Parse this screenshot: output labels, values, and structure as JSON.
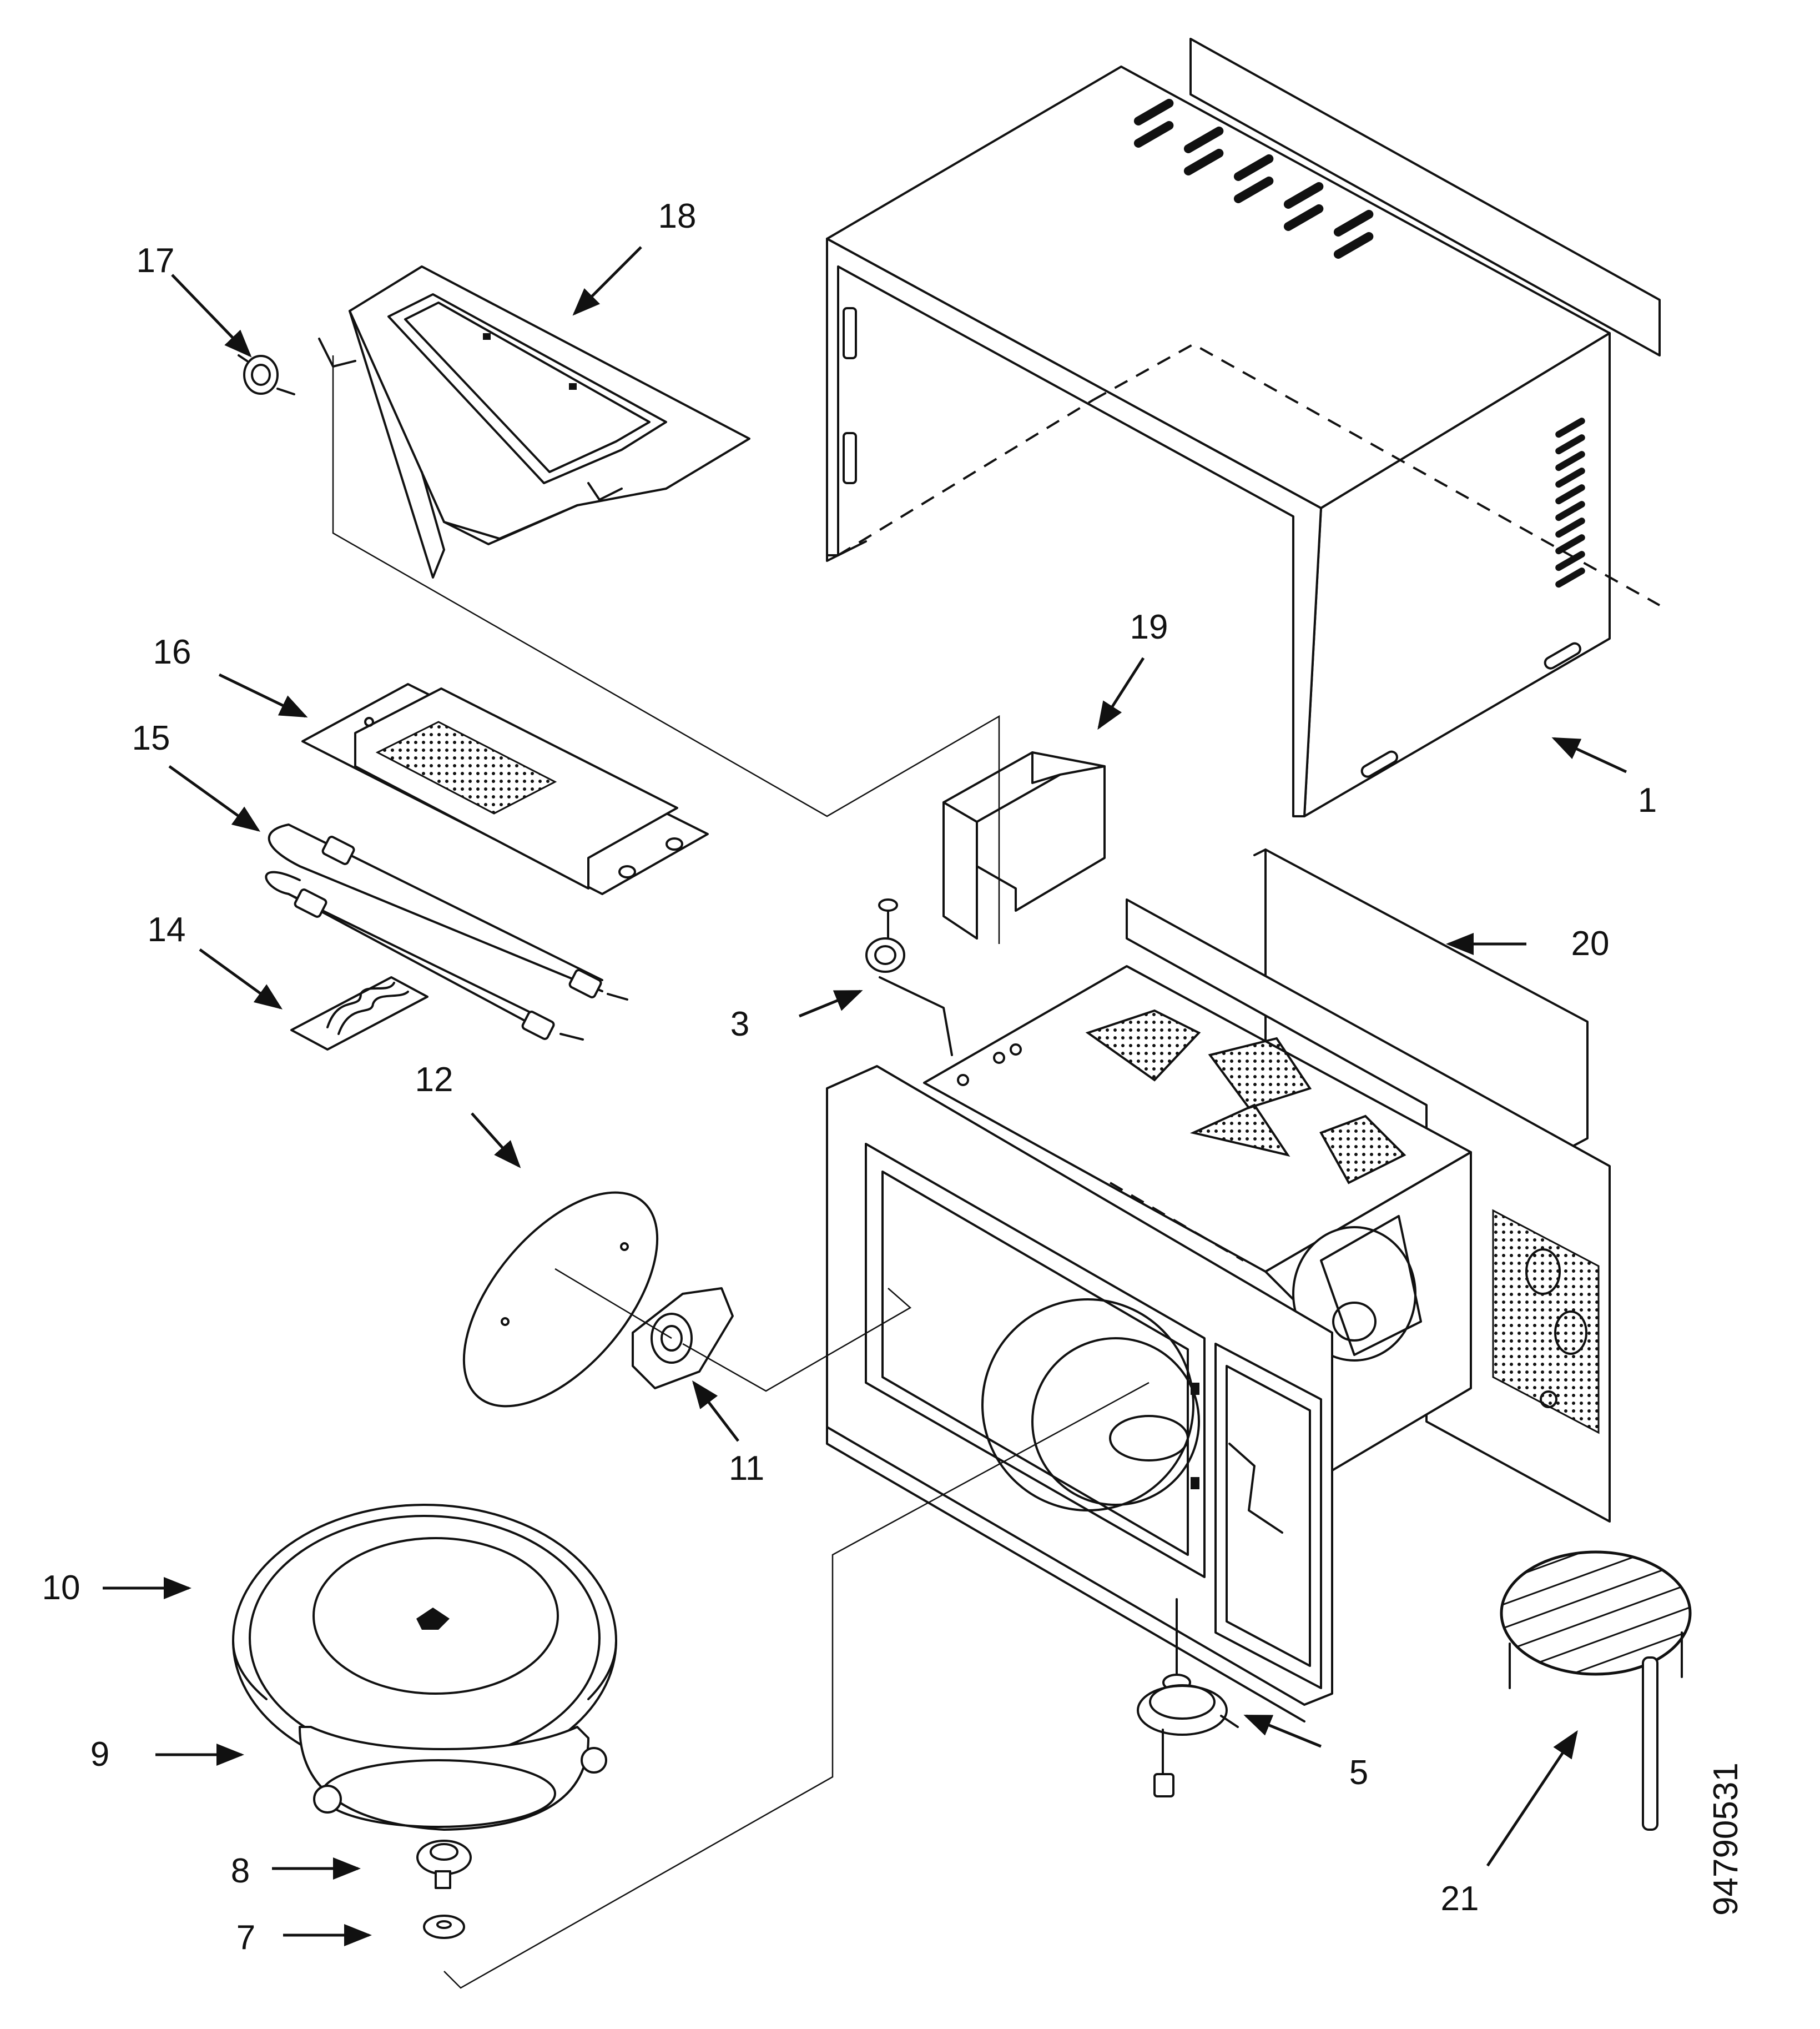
{
  "document_id": "94790531",
  "callouts": [
    {
      "id": "c1",
      "label": "1"
    },
    {
      "id": "c3",
      "label": "3"
    },
    {
      "id": "c5",
      "label": "5"
    },
    {
      "id": "c7",
      "label": "7"
    },
    {
      "id": "c8",
      "label": "8"
    },
    {
      "id": "c9",
      "label": "9"
    },
    {
      "id": "c10",
      "label": "10"
    },
    {
      "id": "c11",
      "label": "11"
    },
    {
      "id": "c12",
      "label": "12"
    },
    {
      "id": "c14",
      "label": "14"
    },
    {
      "id": "c15",
      "label": "15"
    },
    {
      "id": "c16",
      "label": "16"
    },
    {
      "id": "c17",
      "label": "17"
    },
    {
      "id": "c18",
      "label": "18"
    },
    {
      "id": "c19",
      "label": "19"
    },
    {
      "id": "c20",
      "label": "20"
    },
    {
      "id": "c21",
      "label": "21"
    }
  ]
}
